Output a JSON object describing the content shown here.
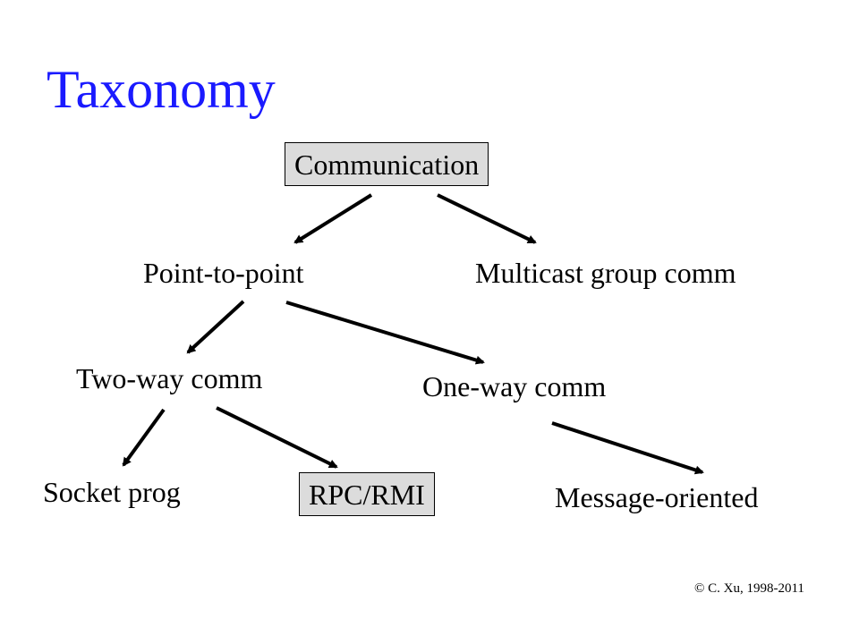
{
  "slide": {
    "title": "Taxonomy",
    "credit": "© C. Xu, 1998-2011"
  },
  "diagram": {
    "nodes": {
      "root": "Communication",
      "point_to_point": "Point-to-point",
      "multicast": "Multicast group comm",
      "two_way": "Two-way comm",
      "one_way": "One-way comm",
      "socket": "Socket prog",
      "rpc": "RPC/RMI",
      "message": "Message-oriented"
    },
    "edges": [
      [
        "root",
        "point_to_point"
      ],
      [
        "root",
        "multicast"
      ],
      [
        "point_to_point",
        "two_way"
      ],
      [
        "point_to_point",
        "one_way"
      ],
      [
        "two_way",
        "socket"
      ],
      [
        "two_way",
        "rpc"
      ],
      [
        "one_way",
        "message"
      ]
    ],
    "colors": {
      "title": "#1a1aff",
      "box_fill": "#dcdcdc",
      "text": "#000000",
      "arrow": "#000000"
    }
  }
}
